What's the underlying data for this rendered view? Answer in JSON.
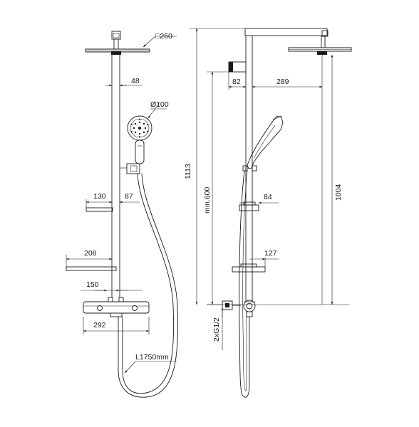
{
  "front_view": {
    "dim_head_size": "□260",
    "dim_column": "48",
    "dim_handshower_diameter": "Ø100",
    "dim_shelf_small_width": "130",
    "dim_shelf_small_offset": "87",
    "dim_shelf_large_width": "208",
    "dim_centers": "150",
    "dim_mixer_width": "292",
    "dim_hose_length": "L1750mm"
  },
  "side_view": {
    "dim_total_height": "1113",
    "dim_min_height": "min.600",
    "dim_arm_offset": "82",
    "dim_arm_length": "289",
    "dim_head_height": "1004",
    "dim_shelf_small_depth": "84",
    "dim_shelf_large_depth": "127",
    "dim_connections": "2xG1/2"
  }
}
